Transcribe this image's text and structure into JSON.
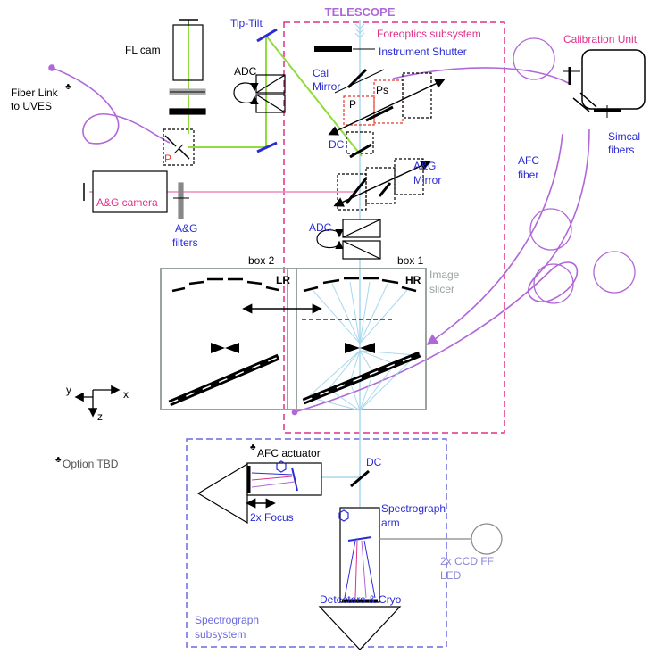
{
  "labels": {
    "telescope": "TELESCOPE",
    "foreoptics": "Foreoptics subsystem",
    "instrument_shutter": "Instrument Shutter",
    "cal_mirror_1": "Cal",
    "cal_mirror_2": "Mirror",
    "p_upper": "P",
    "ps": "Ps",
    "dc_upper": "DC",
    "ag_mirror_1": "A&G",
    "ag_mirror_2": "Mirror",
    "adc_center": "ADC",
    "tip_tilt": "Tip-Tilt",
    "fl_cam": "FL cam",
    "adc_left": "ADC",
    "fiber_link_1": "Fiber Link",
    "fiber_link_2": "to UVES",
    "p_left": "P",
    "ag_camera": "A&G camera",
    "ag_filters_1": "A&G",
    "ag_filters_2": "filters",
    "calibration_unit": "Calibration Unit",
    "simcal_1": "Simcal",
    "simcal_2": "fibers",
    "afc_fiber_1": "AFC",
    "afc_fiber_2": "fiber",
    "box2": "box 2",
    "box1": "box 1",
    "lr": "LR",
    "hr": "HR",
    "image_slicer_1": "Image",
    "image_slicer_2": "slicer",
    "axis_y": "y",
    "axis_x": "x",
    "axis_z": "z",
    "option_tbd": "Option TBD",
    "afc_actuator": "AFC actuator",
    "dc_lower": "DC",
    "focus": "2x Focus",
    "spectrograph_arm_1": "Spectrograph",
    "spectrograph_arm_2": "arm",
    "ccd_ff_1": "2x CCD FF",
    "ccd_ff_2": "LED",
    "detectors": "Detectors & Cryo",
    "spectrograph_sub_1": "Spectrograph",
    "spectrograph_sub_2": "subsystem",
    "club": "♣"
  },
  "colors": {
    "magenta": "#e0318a",
    "blue": "#2b2bd6",
    "green": "#8fdc3a",
    "light_blue": "#a8d8ee",
    "purple": "#b068d8",
    "pink": "#f08cc0",
    "red": "#e8362c",
    "gray": "#9aa39c",
    "lavender": "#8a86d6",
    "dash_blue": "#6a6ae0"
  }
}
